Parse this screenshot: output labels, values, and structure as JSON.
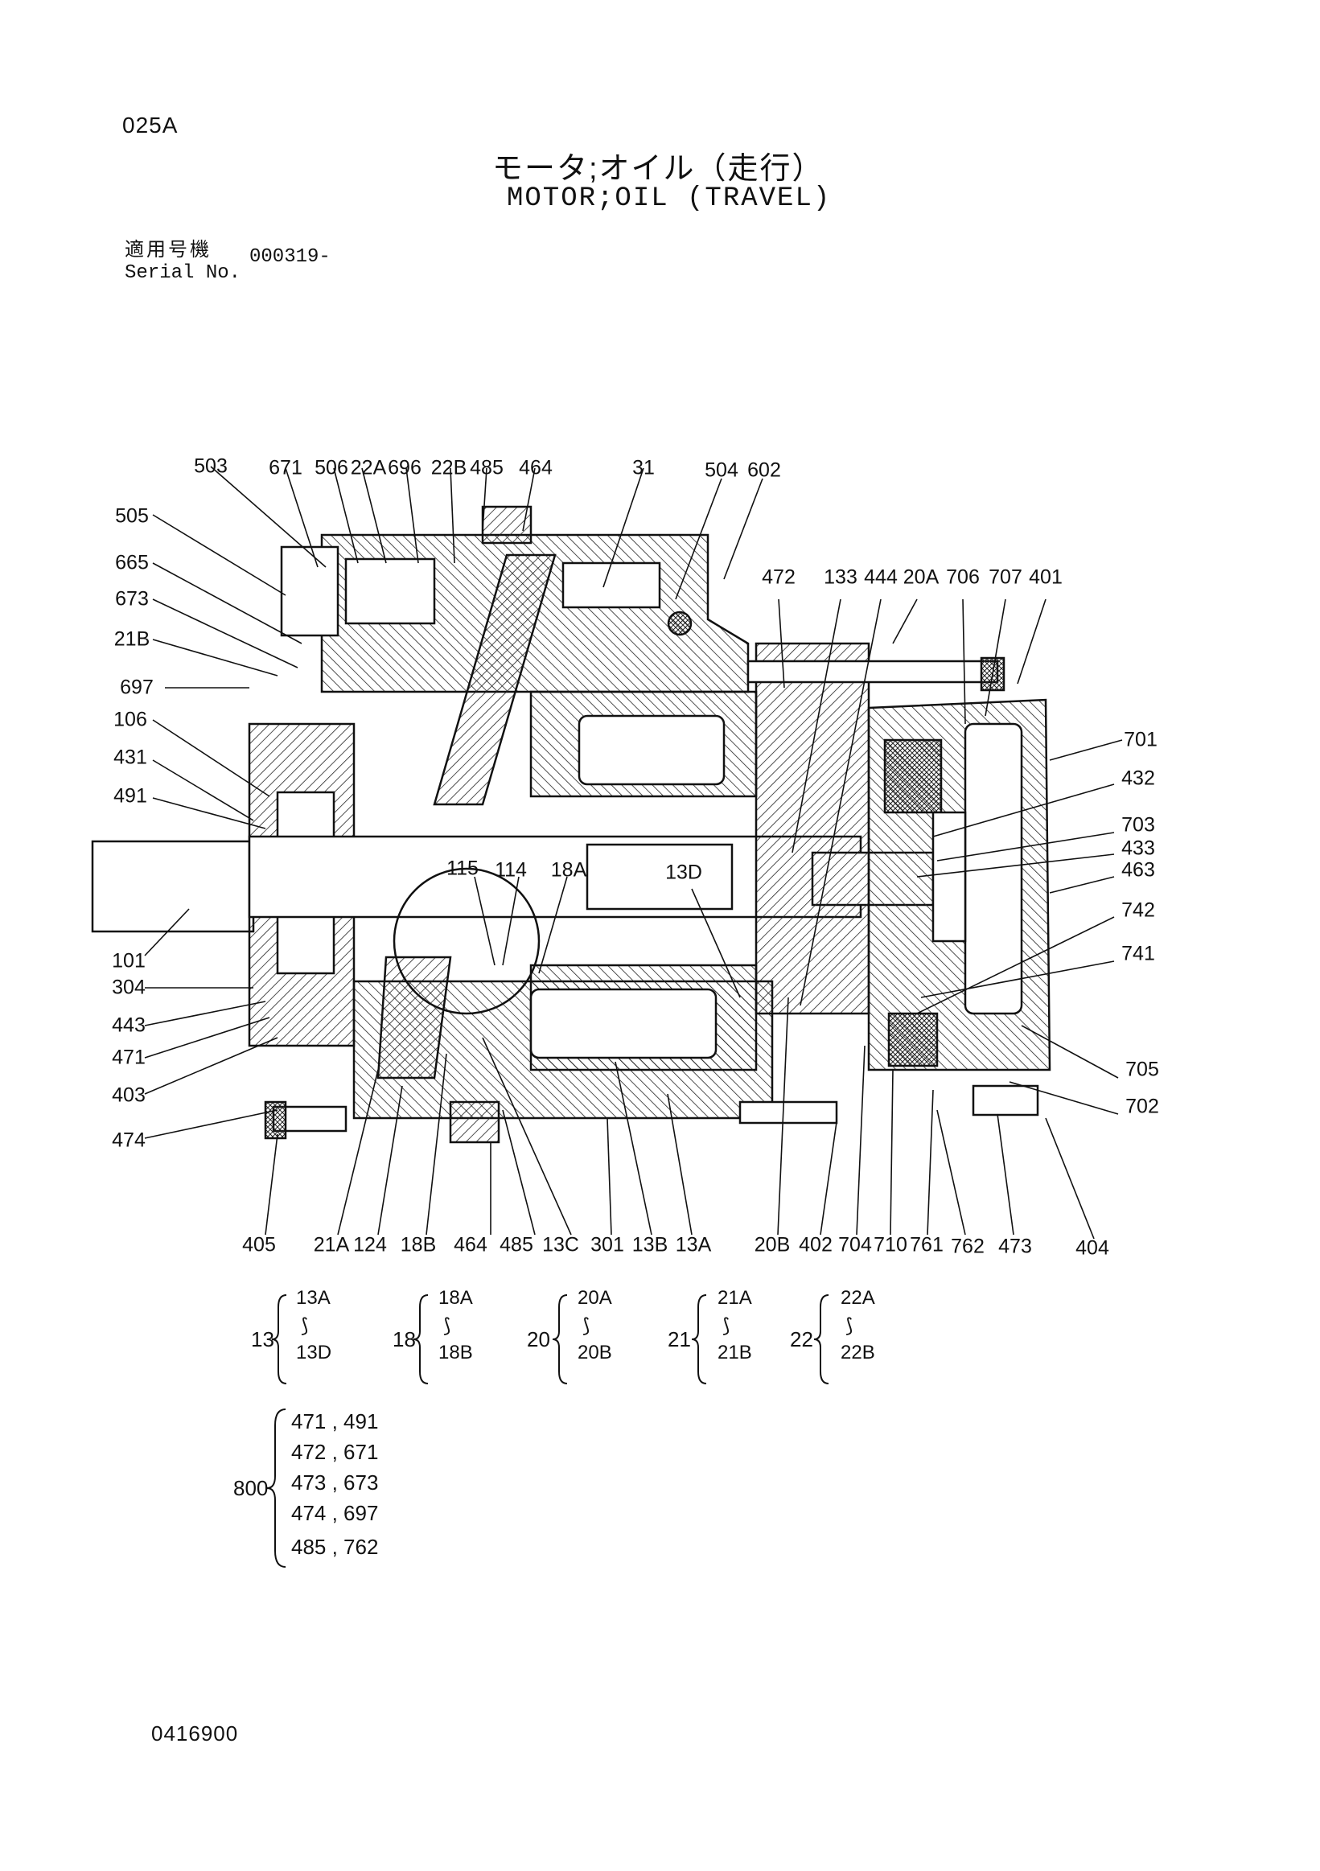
{
  "header": {
    "page_code": "025A",
    "title_jp": "モータ;オイル（走行）",
    "title_en": "MOTOR;OIL (TRAVEL)",
    "serial_label_jp": "適用号機",
    "serial_label_en": "Serial No.",
    "serial_number": "000319-"
  },
  "part_labels": [
    "503",
    "671",
    "506",
    "22A",
    "696",
    "22B",
    "485",
    "464",
    "31",
    "504",
    "602",
    "505",
    "665",
    "673",
    "21B",
    "697",
    "106",
    "431",
    "491",
    "101",
    "304",
    "443",
    "471",
    "403",
    "474",
    "472",
    "133",
    "444",
    "20A",
    "706",
    "707",
    "401",
    "701",
    "432",
    "703",
    "433",
    "463",
    "742",
    "741",
    "705",
    "702",
    "115",
    "114",
    "18A",
    "13D",
    "405",
    "21A",
    "124",
    "18B",
    "464",
    "485",
    "13C",
    "301",
    "13B",
    "13A",
    "20B",
    "402",
    "704",
    "710",
    "761",
    "762",
    "473",
    "404"
  ],
  "groups": [
    {
      "id": "13",
      "first": "13A",
      "last": "13D"
    },
    {
      "id": "18",
      "first": "18A",
      "last": "18B"
    },
    {
      "id": "20",
      "first": "20A",
      "last": "20B"
    },
    {
      "id": "21",
      "first": "21A",
      "last": "21B"
    },
    {
      "id": "22",
      "first": "22A",
      "last": "22B"
    }
  ],
  "range_symbol": "⟆",
  "seal_kit": {
    "id": "800",
    "lines": [
      "471 , 491",
      "472 , 671",
      "473 , 673",
      "474 , 697",
      "485 , 762"
    ]
  },
  "footer": {
    "doc_number": "0416900"
  }
}
